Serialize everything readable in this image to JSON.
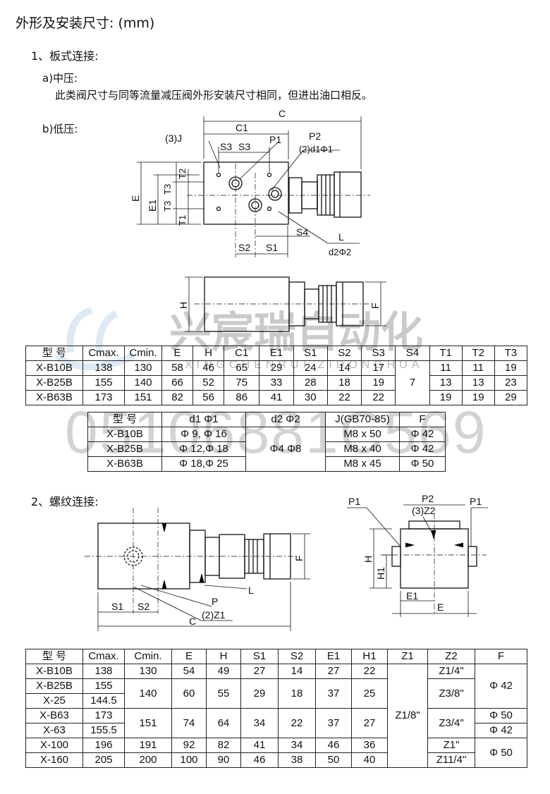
{
  "title": "外形及安装尺寸: (mm)",
  "section1": {
    "title": "1、板式连接:",
    "a_title": "a)中压:",
    "a_text": "此类阀尺寸与同等流量减压阀外形安装尺寸相同，但进出油口相反。",
    "b_title": "b)低压:"
  },
  "section2": {
    "title": "2、螺纹连接:"
  },
  "watermark": {
    "company": "兴宸瑞自动化",
    "pinyin": "XINGCHENRUI ZIDONGHUA",
    "phone": "05106881C569"
  },
  "fig_b_labels": {
    "C": "C",
    "C1": "C1",
    "J": "(3)J",
    "S3a": "S3",
    "S3b": "S3",
    "P1": "P1",
    "P2": "P2",
    "d1": "(2)d1Φ1",
    "E": "E",
    "E1": "E1",
    "T2": "T2",
    "T3a": "T3",
    "T3b": "T3",
    "T1": "T1",
    "S4": "S4",
    "L": "L",
    "d2": "d2Φ2",
    "S2": "S2",
    "S1": "S1"
  },
  "fig_side_labels": {
    "H": "H",
    "F": "F"
  },
  "fig_thread_labels": {
    "F": "F",
    "L": "L",
    "P": "P",
    "Z1": "(2)Z1",
    "S1": "S1",
    "S2": "S2",
    "C": "C"
  },
  "fig_end_labels": {
    "P1a": "P1",
    "P2": "P2",
    "Z2": "(3)Z2",
    "P1b": "P1",
    "H": "H",
    "H1": "H1",
    "E1": "E1",
    "E": "E"
  },
  "table1": {
    "header": [
      "型 号",
      "Cmax.",
      "Cmin.",
      "E",
      "H",
      "C1",
      "E1",
      "S1",
      "S2",
      "S3",
      "S4",
      "T1",
      "T2",
      "T3"
    ],
    "rows": [
      [
        "X-B10B",
        "138",
        "130",
        "58",
        "46",
        "65",
        "29",
        "24",
        "14",
        "17",
        "11",
        "11",
        "19"
      ],
      [
        "X-B25B",
        "155",
        "140",
        "66",
        "52",
        "75",
        "33",
        "28",
        "18",
        "19",
        "13",
        "13",
        "23"
      ],
      [
        "X-B63B",
        "173",
        "151",
        "82",
        "56",
        "86",
        "41",
        "30",
        "22",
        "22",
        "19",
        "19",
        "29"
      ]
    ],
    "s4_merged": "7"
  },
  "table2": {
    "header": [
      "型 号",
      "d1 Φ1",
      "d2 Φ2",
      "J(GB70-85)",
      "F"
    ],
    "rows": [
      [
        "X-B10B",
        "Φ 9, Φ 16",
        "M8 x 50",
        "Φ 42"
      ],
      [
        "X-B25B",
        "Φ 12,Φ 18",
        "M8 x 40",
        "Φ 42"
      ],
      [
        "X-B63B",
        "Φ 18,Φ 25",
        "M8 x 45",
        "Φ 50"
      ]
    ],
    "d2_merged": "Φ4 Φ8"
  },
  "table3": {
    "header": [
      "型 号",
      "Cmax.",
      "Cmin.",
      "E",
      "H",
      "S1",
      "S2",
      "E1",
      "H1",
      "Z1",
      "Z2",
      "F"
    ],
    "models": [
      "X-B10B",
      "X-B25B",
      "X-25",
      "X-B63",
      "X-63",
      "X-100",
      "X-160"
    ],
    "cmax": [
      "138",
      "155",
      "144.5",
      "173",
      "155.5",
      "196",
      "205"
    ],
    "row1": [
      "130",
      "54",
      "49",
      "27",
      "14",
      "27",
      "22"
    ],
    "group_25": [
      "140",
      "60",
      "55",
      "29",
      "18",
      "37",
      "25"
    ],
    "group_63": [
      "151",
      "74",
      "64",
      "34",
      "22",
      "37",
      "27"
    ],
    "row_100": [
      "191",
      "92",
      "82",
      "41",
      "34",
      "46",
      "36"
    ],
    "row_160": [
      "200",
      "100",
      "90",
      "46",
      "38",
      "50",
      "40"
    ],
    "z1": "Z1/8\"",
    "z2": {
      "r1": "Z1/4\"",
      "r23": "Z3/8\"",
      "r45": "Z3/4\"",
      "r6": "Z1\"",
      "r7": "Z11/4\""
    },
    "f": {
      "r123": "Φ 42",
      "r4": "Φ 50",
      "r5": "Φ 42",
      "r67": "Φ 50"
    }
  }
}
